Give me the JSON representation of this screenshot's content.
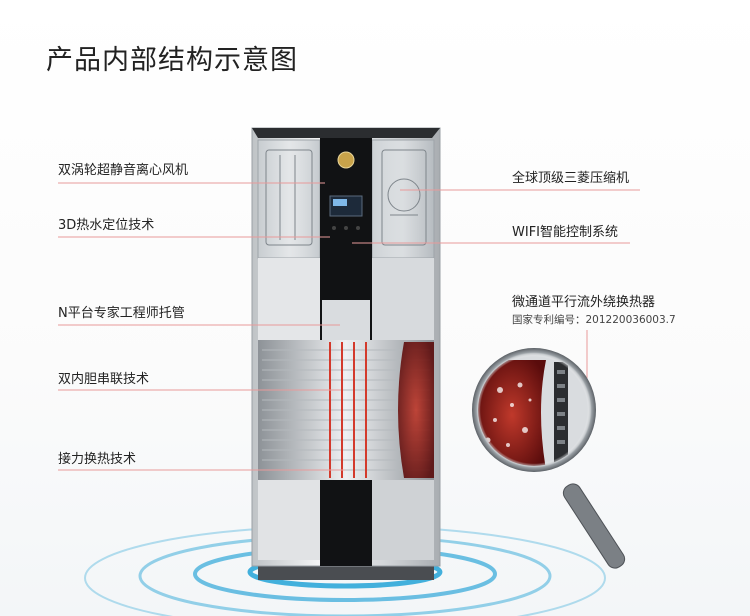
{
  "header": {
    "title": "产品内部结构示意图"
  },
  "left_labels": [
    "双涡轮超静音离心风机",
    "3D热水定位技术",
    "N平台专家工程师托管",
    "双内胆串联技术",
    "接力换热技术"
  ],
  "right_labels": [
    "全球顶级三菱压缩机",
    "WIFI智能控制系统",
    "微通道平行流外绕换热器"
  ],
  "patent_note": "国家专利编号：201220036003.7",
  "colors": {
    "callout_line": "#e89a9a",
    "text": "#222222",
    "water_ring": "#2fa7d8"
  }
}
